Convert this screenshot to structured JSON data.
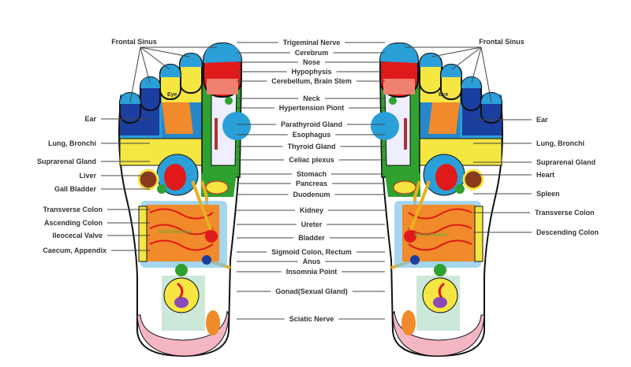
{
  "center_labels": [
    "Trigeminal Nerve",
    "Cerebrum",
    "Nose",
    "Hypophysis",
    "Cerebellum, Brain Stem",
    "Neck",
    "Hypertension Piont",
    "Parathyroid Gland",
    "Esophagus",
    "Thyroid Gland",
    "Celiac plexus",
    "Stomach",
    "Pancreas",
    "Duodenum",
    "Kidney",
    "Ureter",
    "Bladder",
    "Sigmoid Colon, Rectum",
    "Anus",
    "Insomnia Point",
    "Gonad(Sexual Gland)",
    "Sciatic Nerve"
  ],
  "left_labels": [
    "Frontal Sinus",
    "Ear",
    "Lung, Bronchi",
    "Suprarenal Gland",
    "Liver",
    "Gall Bladder",
    "Transverse Colon",
    "Ascending Colon",
    "Ileocecal Valve",
    "Caecum, Appendix"
  ],
  "right_labels": [
    "Frontal Sinus",
    "Ear",
    "Lung, Bronchi",
    "Suprarenal Gland",
    "Heart",
    "Spleen",
    "Transverse Colon",
    "Descending Colon"
  ],
  "inner_labels": {
    "eye": "Eye",
    "small_intestine": "Small Intestine"
  },
  "colors": {
    "blue": "#2a9fd8",
    "yellow": "#f5e642",
    "green": "#2fa12f",
    "red": "#e01a1a",
    "pink": "#f4b6c2",
    "orange": "#f08a2a",
    "navy": "#1a3fa0"
  }
}
